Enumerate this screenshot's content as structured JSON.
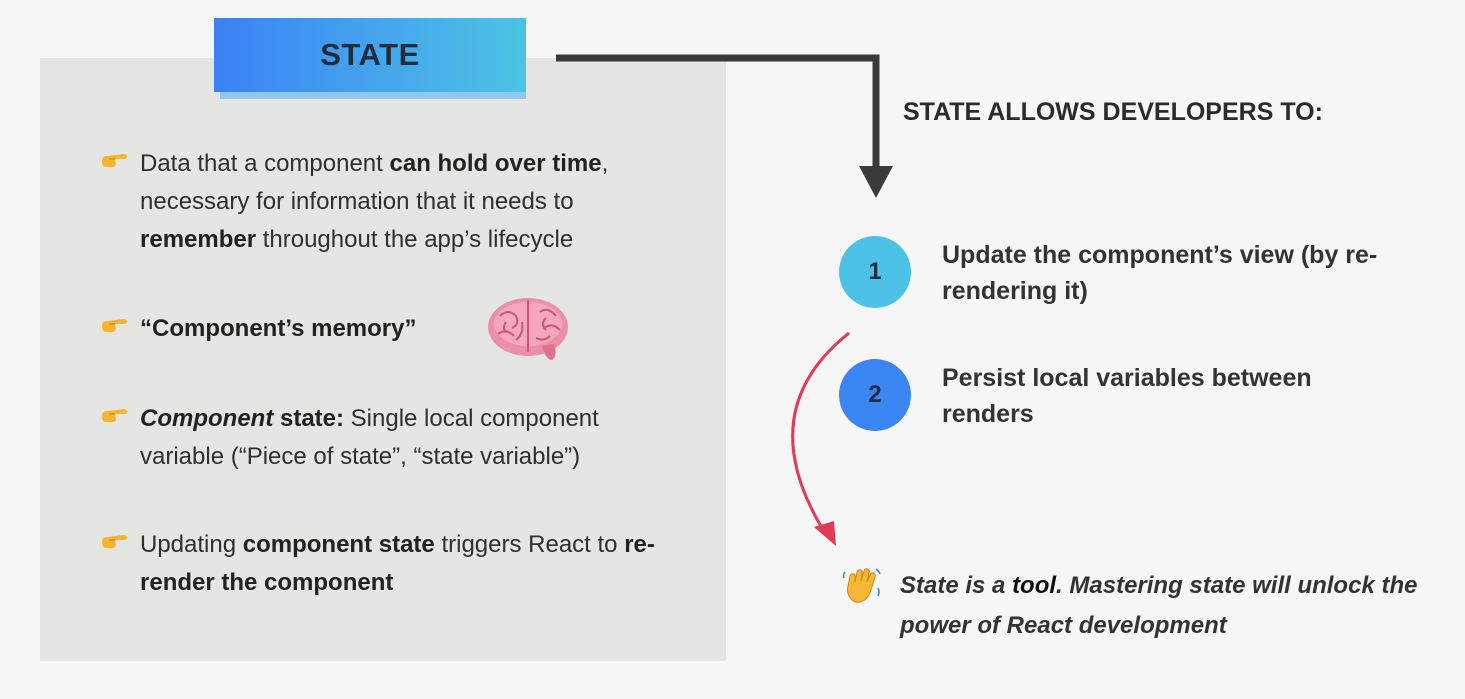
{
  "title": "STATE",
  "bullets": [
    {
      "parts": [
        {
          "t": "Data that a component ",
          "b": false
        },
        {
          "t": "can hold over time",
          "b": true
        },
        {
          "t": ", necessary for information that it needs to ",
          "b": false
        },
        {
          "t": "remember",
          "b": true
        },
        {
          "t": " throughout the app’s lifecycle",
          "b": false
        }
      ]
    },
    {
      "parts": [
        {
          "t": "“Component’s memory”",
          "b": true
        }
      ]
    },
    {
      "parts": [
        {
          "t": "Component",
          "b": true,
          "i": true
        },
        {
          "t": " state:",
          "b": true
        },
        {
          "t": " Single local component variable (“Piece of state”, “state variable”)",
          "b": false
        }
      ]
    },
    {
      "parts": [
        {
          "t": "Updating ",
          "b": false
        },
        {
          "t": "component state",
          "b": true
        },
        {
          "t": " triggers React to ",
          "b": false
        },
        {
          "t": "re-render the component",
          "b": true
        }
      ]
    }
  ],
  "right_heading": "STATE ALLOWS DEVELOPERS TO:",
  "items": [
    {
      "number": "1",
      "text": "Update the component’s view (by re-rendering it)"
    },
    {
      "number": "2",
      "text": "Persist local variables between renders"
    }
  ],
  "note": {
    "parts": [
      {
        "t": "State is a ",
        "b": false
      },
      {
        "t": "tool",
        "b": true
      },
      {
        "t": ". Mastering state will unlock the power of React development",
        "b": false
      }
    ]
  },
  "colors": {
    "title_gradient_start": "#3b82f6",
    "title_gradient_end": "#4bc4e2",
    "circle_1": "#4cc2e6",
    "circle_2": "#3b86f2",
    "arrow_red": "#e33a55",
    "connector": "#3a3a3a"
  },
  "icons": {
    "bullet": "pointing-hand-icon",
    "memory": "brain-icon",
    "note": "waving-hand-icon"
  }
}
